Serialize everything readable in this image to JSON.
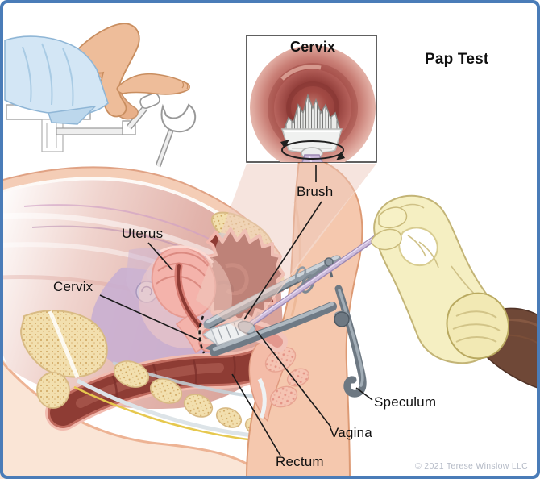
{
  "page": {
    "title": "Pap Test",
    "credit": "© 2021 Terese Winslow LLC"
  },
  "inset": {
    "title": "Cervix",
    "caption": "Brush"
  },
  "labels": {
    "uterus": "Uterus",
    "cervix": "Cervix",
    "speculum": "Speculum",
    "vagina": "Vagina",
    "rectum": "Rectum"
  },
  "icons": {
    "rotation_arrows": "rotation-arrows-icon"
  },
  "colors": {
    "frame_border": "#4a7cb8",
    "drape_blue": "#d3e6f5",
    "skin": "#f5c8ae",
    "dark_skin": "#6f4837",
    "glove_yellow": "#f5efc2",
    "organ_pink": "#f4b3ab",
    "deep_red": "#8e3b33",
    "mauve": "#c9afd2",
    "bone_tan": "#f2dfae",
    "steel_gray": "#8f9aa4",
    "brush_shaft_lavender": "#cbb9db",
    "label_text": "#101010",
    "credit_gray": "#b4bac6"
  }
}
